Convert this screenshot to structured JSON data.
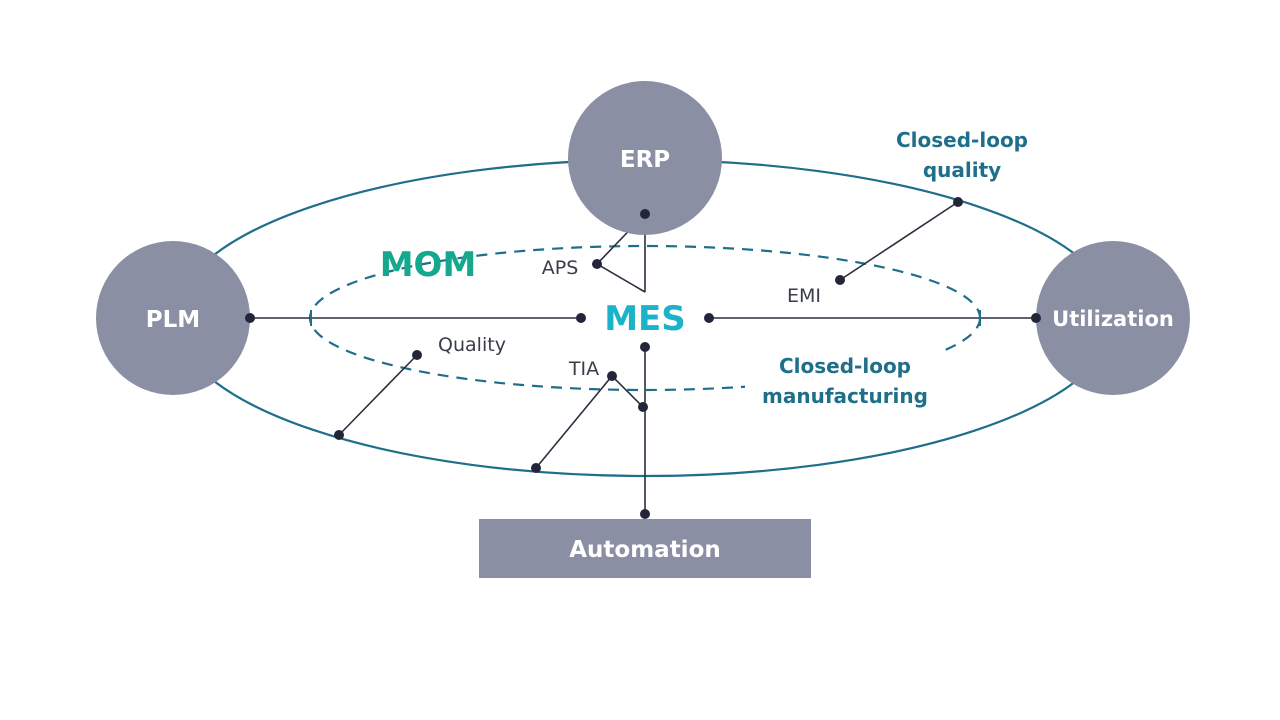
{
  "colors": {
    "node_fill": "#8a8fa3",
    "outer_ellipse": "#1f6f8b",
    "inner_ellipse": "#1f6f8b",
    "mom": "#14a88e",
    "mes": "#1ab3c9",
    "connector": "#2c2f3f"
  },
  "nodes": {
    "erp": "ERP",
    "plm": "PLM",
    "utilization": "Utilization",
    "automation": "Automation"
  },
  "labels": {
    "mom": "MOM",
    "mes": "MES",
    "aps": "APS",
    "emi": "EMI",
    "quality": "Quality",
    "tia": "TIA",
    "closed_loop_quality_1": "Closed-loop",
    "closed_loop_quality_2": "quality",
    "closed_loop_manufacturing_1": "Closed-loop",
    "closed_loop_manufacturing_2": "manufacturing"
  }
}
